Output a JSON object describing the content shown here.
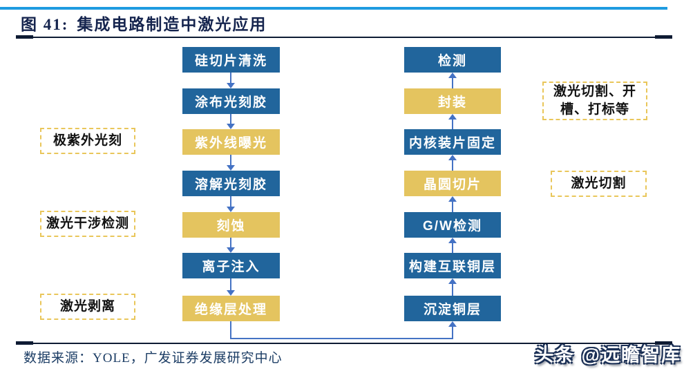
{
  "header": {
    "figure_label": "图 41:",
    "title": "集成电路制造中激光应用"
  },
  "flow": {
    "left_steps": [
      {
        "label": "硅切片清洗",
        "style": "blue"
      },
      {
        "label": "涂布光刻胶",
        "style": "blue"
      },
      {
        "label": "紫外线曝光",
        "style": "yellow"
      },
      {
        "label": "溶解光刻胶",
        "style": "blue"
      },
      {
        "label": "刻蚀",
        "style": "yellow"
      },
      {
        "label": "离子注入",
        "style": "blue"
      },
      {
        "label": "绝缘层处理",
        "style": "yellow"
      }
    ],
    "right_steps": [
      {
        "label": "检测",
        "style": "blue"
      },
      {
        "label": "封装",
        "style": "yellow"
      },
      {
        "label": "内核装片固定",
        "style": "blue"
      },
      {
        "label": "晶圆切片",
        "style": "yellow"
      },
      {
        "label": "G/W检测",
        "style": "blue"
      },
      {
        "label": "构建互联铜层",
        "style": "blue"
      },
      {
        "label": "沉淀铜层",
        "style": "blue"
      }
    ],
    "left_annotations": [
      {
        "label": "极紫外光刻"
      },
      {
        "label": "激光干涉检测"
      },
      {
        "label": "激光剥离"
      }
    ],
    "right_annotations": [
      {
        "label": "激光切割、开\n槽、打标等"
      },
      {
        "label": "激光切割"
      }
    ]
  },
  "footer": {
    "source": "数据来源：YOLE，广发证券发展研究中心",
    "watermark": "头条 @远瞻智库"
  },
  "colors": {
    "box_blue": "#21659C",
    "box_yellow": "#E4C45F",
    "arrow": "#4472C4",
    "dashed_border": "#E9C65A",
    "title": "#15244E",
    "rule": "#0E1B33",
    "top_line": "#1E9BE0",
    "source_text": "#1B3C64"
  }
}
